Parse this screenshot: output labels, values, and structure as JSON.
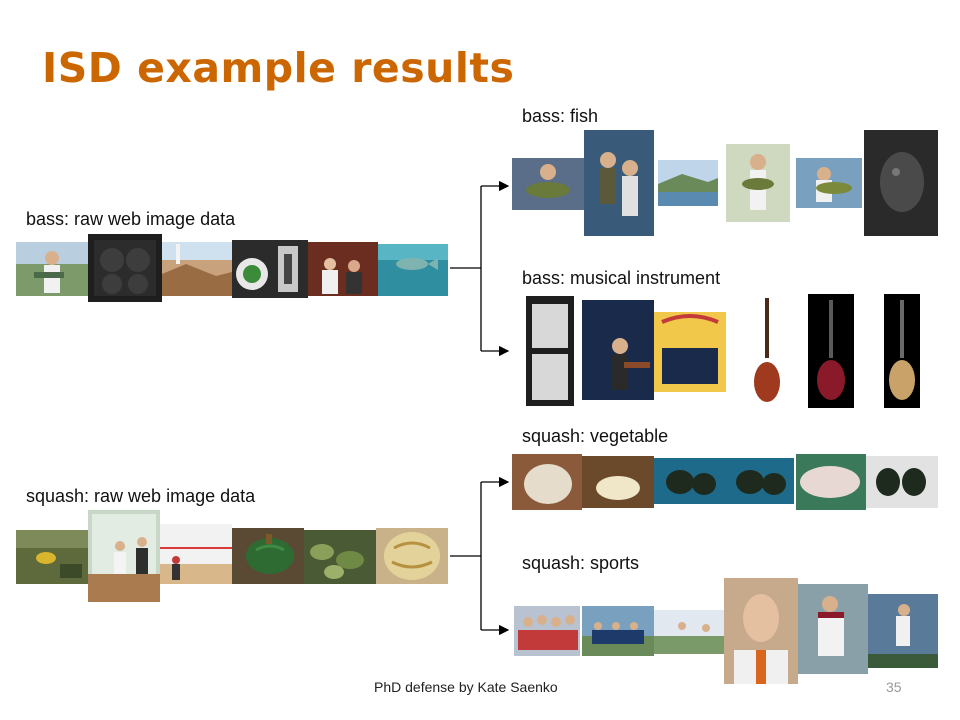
{
  "slide": {
    "title": "ISD example results"
  },
  "left": {
    "bass_label": "bass: raw web image data",
    "squash_label": "squash: raw web image data"
  },
  "right": {
    "bass_fish_label": "bass: fish",
    "bass_instrument_label": "bass: musical instrument",
    "squash_vegetable_label": "squash: vegetable",
    "squash_sports_label": "squash: sports"
  },
  "footer": {
    "text": "PhD defense by Kate Saenko",
    "page": "35"
  },
  "colors": {
    "title": "#cc6600",
    "connector": "#000000"
  }
}
